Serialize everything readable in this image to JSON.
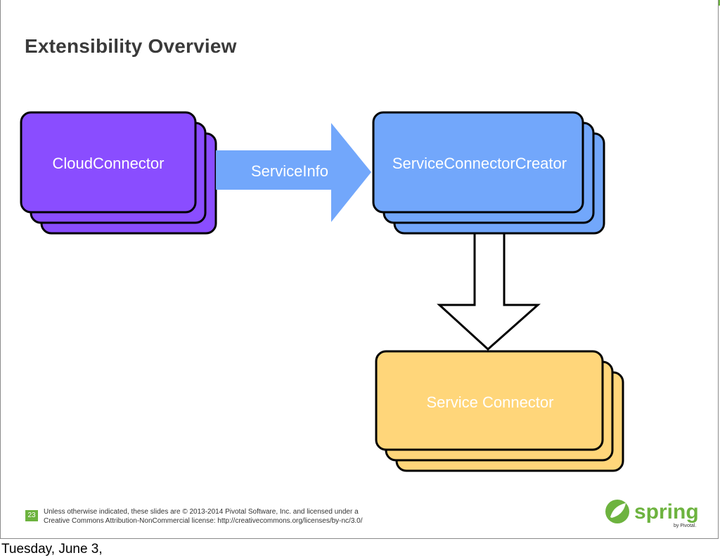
{
  "slide": {
    "title": "Extensibility Overview",
    "page_number": "23",
    "footer_line1": "Unless otherwise indicated, these slides are © 2013-2014 Pivotal Software, Inc. and licensed under a",
    "footer_line2": "Creative Commons Attribution-NonCommercial license: http://creativecommons.org/licenses/by-nc/3.0/",
    "logo_text": "spring",
    "logo_subtext": "by Pivotal."
  },
  "diagram": {
    "nodes": {
      "cloud_connector": {
        "label": "CloudConnector",
        "color": "#8a4dff"
      },
      "service_connector_creator": {
        "label": "ServiceConnectorCreator",
        "color": "#72a7fb"
      },
      "service_connector": {
        "label": "Service Connector",
        "color": "#ffd67a"
      }
    },
    "edges": {
      "service_info": {
        "label": "ServiceInfo",
        "color": "#72a7fb"
      }
    }
  },
  "date_caption": "Tuesday, June 3,",
  "colors": {
    "accent": "#6db33f"
  }
}
